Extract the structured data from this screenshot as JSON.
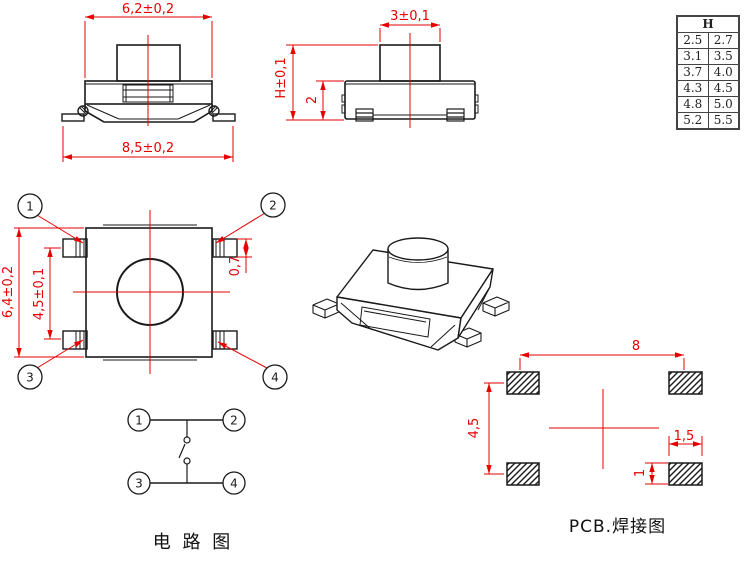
{
  "colors": {
    "dimension_red": "#e60000",
    "drawing_black": "#1a1a1a",
    "background": "#ffffff"
  },
  "front_view": {
    "dim_top_width": "6,2±0,2",
    "dim_bottom_width": "8,5±0,2"
  },
  "side_view": {
    "dim_button_width": "3±0,1",
    "dim_total_height": "H±0,1",
    "dim_body_height": "2"
  },
  "top_view": {
    "dim_body_height": "6,4±0,2",
    "dim_pin_pitch": "4,5±0,1",
    "dim_pin_width": "0,7",
    "pins": [
      "1",
      "2",
      "3",
      "4"
    ]
  },
  "h_table": {
    "header": "H",
    "rows": [
      [
        "2.5",
        "2.7"
      ],
      [
        "3.1",
        "3.5"
      ],
      [
        "3.7",
        "4.0"
      ],
      [
        "4.3",
        "4.5"
      ],
      [
        "4.8",
        "5.0"
      ],
      [
        "5.2",
        "5.5"
      ]
    ]
  },
  "circuit": {
    "pins": [
      "1",
      "2",
      "3",
      "4"
    ],
    "caption": "电 路 图"
  },
  "pcb": {
    "dim_pad_span_h": "8",
    "dim_pad_span_v": "4,5",
    "dim_pad_width": "1,5",
    "dim_pad_height": "1",
    "caption": "PCB.焊接图"
  }
}
